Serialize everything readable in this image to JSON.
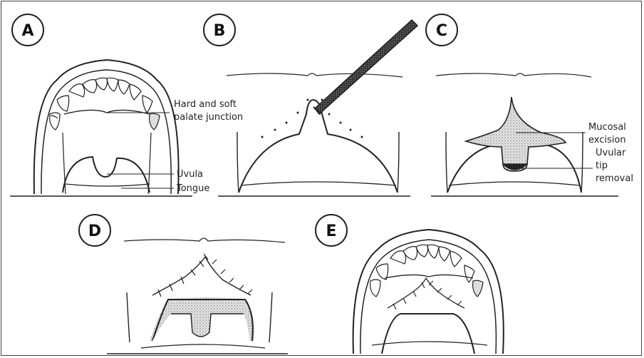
{
  "panels": {
    "a": {
      "letter": "A",
      "labels": {
        "junction_1": "Hard and soft",
        "junction_2": "palate junction",
        "uvula": "Uvula",
        "tongue": "Tongue"
      }
    },
    "b": {
      "letter": "B"
    },
    "c": {
      "letter": "C",
      "labels": {
        "mucosal_1": "Mucosal",
        "mucosal_2": "excision",
        "tip_1": "Uvular",
        "tip_2": "tip",
        "tip_3": "removal"
      }
    },
    "d": {
      "letter": "D"
    },
    "e": {
      "letter": "E"
    }
  }
}
